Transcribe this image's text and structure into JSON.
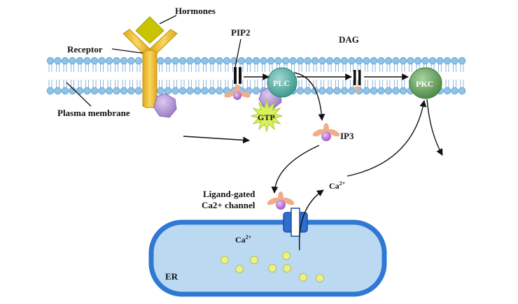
{
  "labels": {
    "hormones": "Hormones",
    "receptor": "Receptor",
    "plasma_membrane": "Plasma membrane",
    "pip2": "PIP2",
    "dag": "DAG",
    "plc": "PLC",
    "pkc": "PKC",
    "gtp": "GTP",
    "ip3": "IP3",
    "channel_line1": "Ligand-gated",
    "channel_line2": "Ca2+ channel",
    "ca_upper": "Ca",
    "ca_upper_sup": "2+",
    "ca_er": "Ca",
    "ca_er_sup": "2+",
    "er": "ER"
  },
  "colors": {
    "lipid_head": "#8fc3e8",
    "lipid_head_stroke": "#5a9bd0",
    "receptor": "#f2c531",
    "hormone": "#c9c400",
    "g_protein": "#b99ad6",
    "plc": "#5fb3a9",
    "pkc": "#6fa66b",
    "gtp_burst": "#d9f25a",
    "er_fill": "#bcd9f2",
    "er_stroke": "#2f78d4",
    "calcium": "#eaf08a",
    "ip3_body": "#c080d8",
    "ip3_petals": "#f0ad86"
  }
}
